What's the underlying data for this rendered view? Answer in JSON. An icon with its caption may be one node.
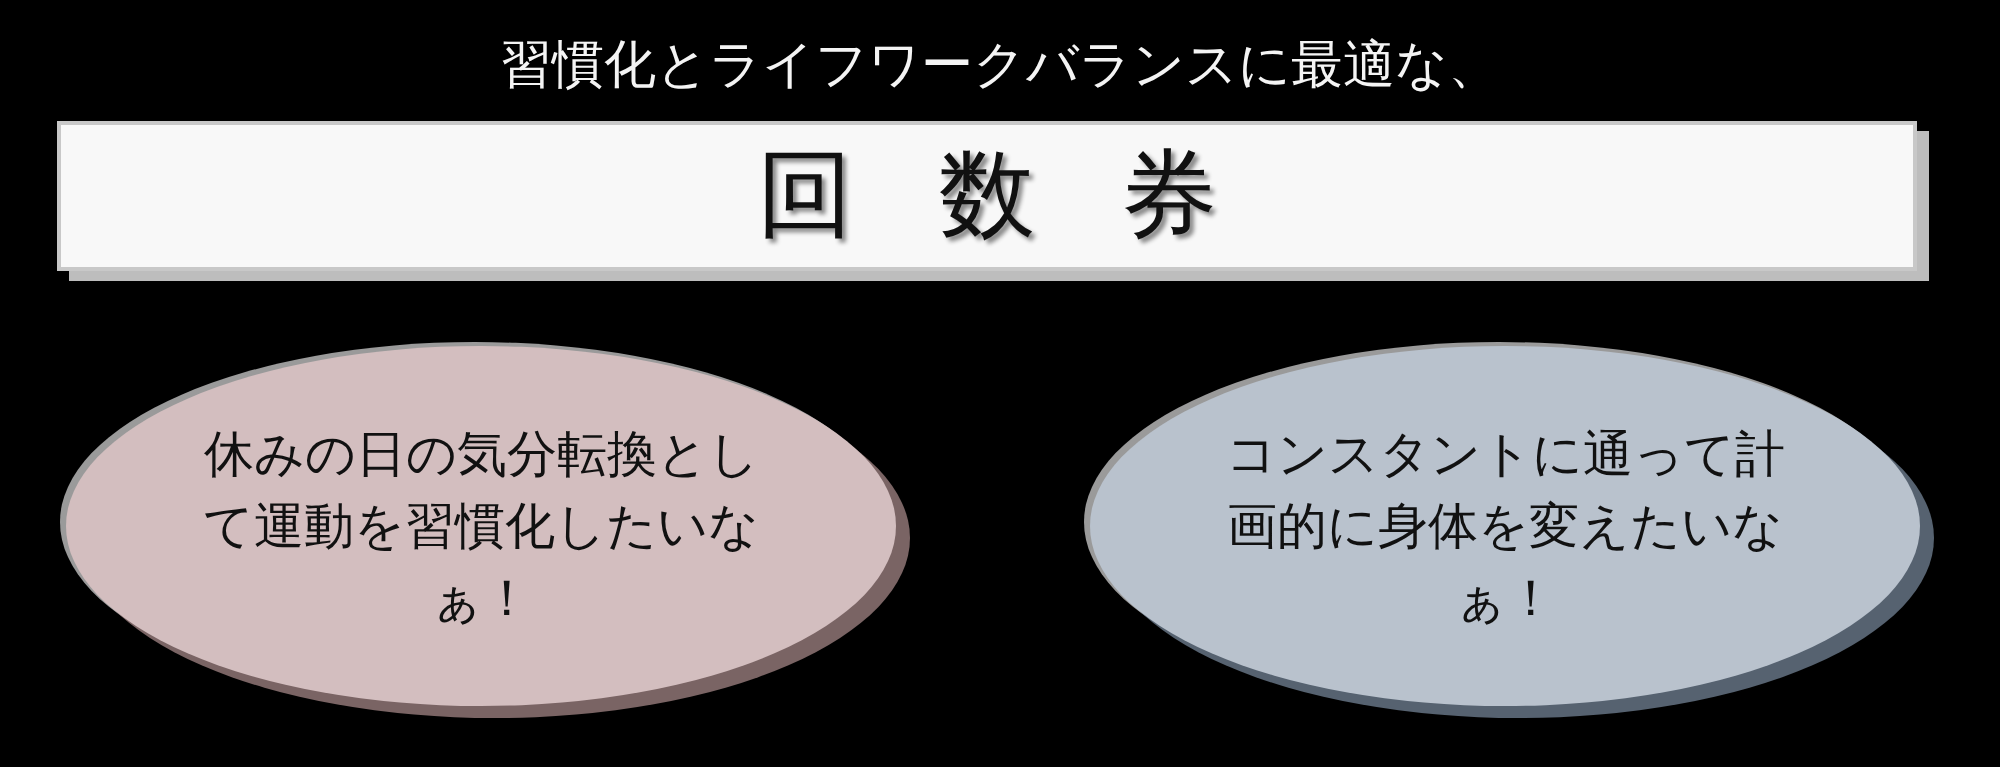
{
  "diagram": {
    "title": "習慣化とライフワークバランスに最適な、",
    "nodes": [
      {
        "text": [
          "回数券"
        ]
      },
      {
        "text": [
          "休みの日の気分転換として運動を習慣化したいなぁ！"
        ]
      },
      {
        "text": [
          "コンスタントに通って計画的に身体を変えたいなぁ！"
        ]
      }
    ],
    "edges": []
  }
}
